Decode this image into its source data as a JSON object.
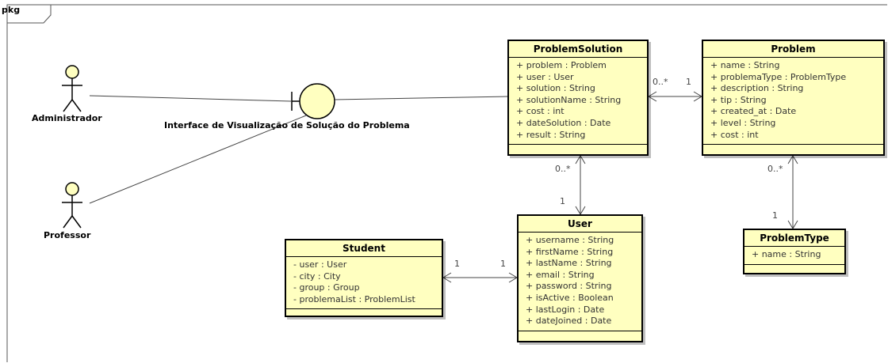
{
  "package": {
    "label": "pkg"
  },
  "actors": [
    {
      "name": "Administrador"
    },
    {
      "name": "Professor"
    }
  ],
  "boundary": {
    "label": "Interface de Visualização de Solução do Problema"
  },
  "classes": {
    "problem_solution": {
      "name": "ProblemSolution",
      "attributes": [
        "+ problem : Problem",
        "+ user : User",
        "+ solution : String",
        "+ solutionName : String",
        "+ cost : int",
        "+ dateSolution : Date",
        "+ result : String"
      ]
    },
    "problem": {
      "name": "Problem",
      "attributes": [
        "+ name : String",
        "+ problemaType : ProblemType",
        "+ description : String",
        "+ tip : String",
        "+ created_at : Date",
        "+ level : String",
        "+ cost : int"
      ]
    },
    "problem_type": {
      "name": "ProblemType",
      "attributes": [
        "+ name : String"
      ]
    },
    "user": {
      "name": "User",
      "attributes": [
        "+ username : String",
        "+ firstName : String",
        "+ lastName : String",
        "+ email : String",
        "+ password : String",
        "+ isActive : Boolean",
        "+ lastLogin : Date",
        "+ dateJoined : Date"
      ]
    },
    "student": {
      "name": "Student",
      "attributes": [
        "- user : User",
        "- city : City",
        "- group : Group",
        "- problemaList : ProblemList"
      ]
    }
  },
  "multiplicities": {
    "ps_problem_source": "0..*",
    "ps_problem_target": "1",
    "ps_user_source": "0..*",
    "ps_user_target": "1",
    "problem_type_source": "0..*",
    "problem_type_target": "1",
    "student_user_source": "1",
    "student_user_target": "1"
  }
}
